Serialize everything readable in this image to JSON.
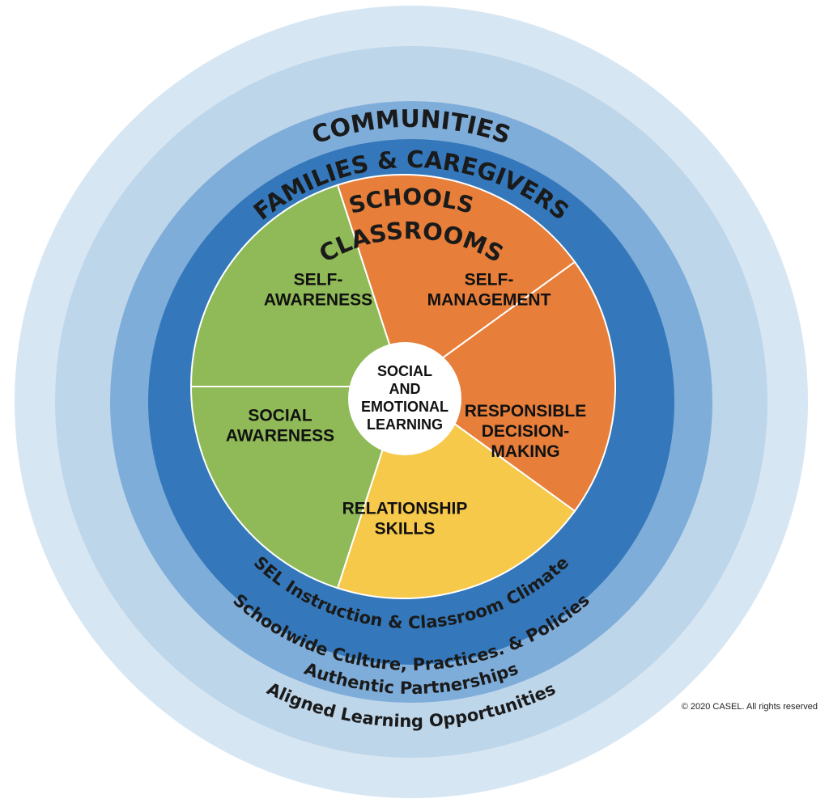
{
  "colors": {
    "communities": "#d6e6f3",
    "families": "#bed6ea",
    "schools": "#7fadd9",
    "classrooms": "#3478bb",
    "orange": "#e77f3b",
    "yellow": "#f7c94b",
    "green": "#8fba57",
    "center": "#ffffff",
    "divider": "#ffffff"
  },
  "rings": {
    "communities": {
      "title": "COMMUNITIES",
      "subtitle": "Aligned Learning Opportunities"
    },
    "families": {
      "title": "FAMILIES & CAREGIVERS",
      "subtitle": "Authentic Partnerships"
    },
    "schools": {
      "title": "SCHOOLS",
      "subtitle": "Schoolwide Culture, Practices. & Policies"
    },
    "classrooms": {
      "title": "CLASSROOMS",
      "subtitle": "SEL Instruction & Classroom Climate"
    }
  },
  "segments": [
    {
      "lines": [
        "SELF-",
        "AWARENESS"
      ],
      "color": "orange"
    },
    {
      "lines": [
        "SELF-",
        "MANAGEMENT"
      ],
      "color": "orange"
    },
    {
      "lines": [
        "RESPONSIBLE",
        "DECISION-",
        "MAKING"
      ],
      "color": "yellow"
    },
    {
      "lines": [
        "RELATIONSHIP",
        "SKILLS"
      ],
      "color": "green"
    },
    {
      "lines": [
        "SOCIAL",
        "AWARENESS"
      ],
      "color": "green"
    }
  ],
  "center": {
    "lines": [
      "SOCIAL",
      "AND",
      "EMOTIONAL",
      "LEARNING"
    ]
  },
  "copyright": "© 2020 CASEL. All rights reserved"
}
